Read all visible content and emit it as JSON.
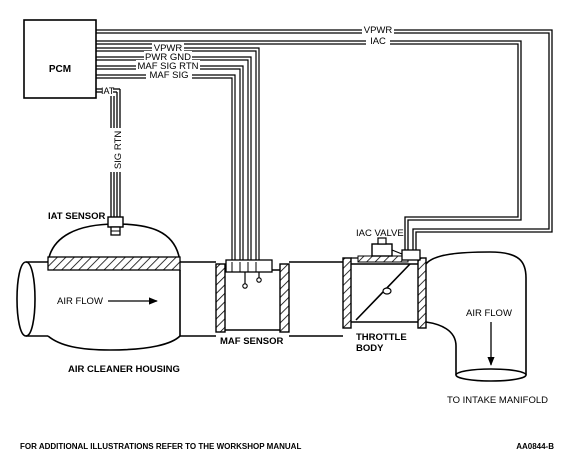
{
  "pcm": {
    "label": "PCM"
  },
  "wires": {
    "vpwr_top": "VPWR",
    "iac": "IAC",
    "vpwr_maf": "VPWR",
    "pwr_gnd": "PWR GND",
    "maf_sig_rtn": "MAF SIG RTN",
    "maf_sig": "MAF SIG",
    "iat": "IAT",
    "sig_rtn": "SIG RTN"
  },
  "components": {
    "iat_sensor": "IAT SENSOR",
    "iac_valve": "IAC VALVE",
    "maf_sensor": "MAF SENSOR",
    "throttle_body_line1": "THROTTLE",
    "throttle_body_line2": "BODY",
    "air_cleaner_housing": "AIR CLEANER HOUSING",
    "intake_manifold": "TO INTAKE MANIFOLD"
  },
  "flow": {
    "air_flow_left": "AIR FLOW",
    "air_flow_right": "AIR FLOW"
  },
  "footer": {
    "note": "FOR ADDITIONAL ILLUSTRATIONS REFER TO THE WORKSHOP MANUAL",
    "figure_id": "AA0844-B"
  }
}
